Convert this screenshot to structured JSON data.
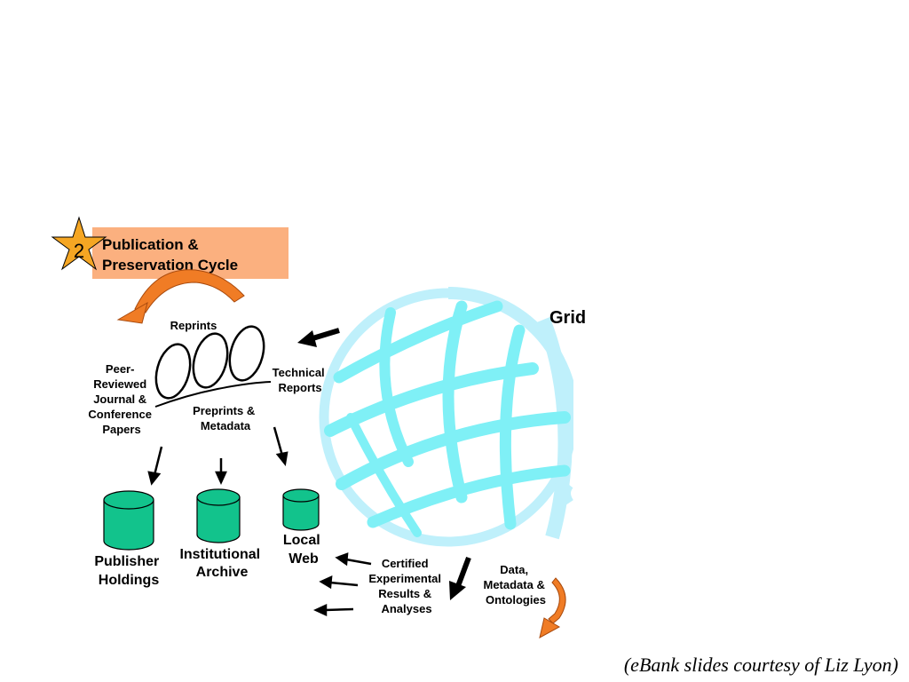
{
  "badge": {
    "number": "2",
    "star_color": "#f5a623"
  },
  "title": {
    "line1": "Publication &",
    "line2": "Preservation Cycle",
    "bg_color": "#fbb07f"
  },
  "grid_label": "Grid",
  "labels": {
    "reprints": "Reprints",
    "peer_reviewed": [
      "Peer-",
      "Reviewed",
      "Journal &",
      "Conference",
      "Papers"
    ],
    "technical_reports": [
      "Technical",
      "Reports"
    ],
    "preprints": [
      "Preprints &",
      "Metadata"
    ],
    "publisher_holdings": [
      "Publisher",
      "Holdings"
    ],
    "institutional_archive": [
      "Institutional",
      "Archive"
    ],
    "local_web": [
      "Local",
      "Web"
    ],
    "certified_results": [
      "Certified",
      "Experimental",
      "Results &",
      "Analyses"
    ],
    "data_metadata": [
      "Data,",
      "Metadata &",
      "Ontologies"
    ]
  },
  "footer": "(eBank slides courtesy of Liz Lyon)",
  "colors": {
    "globe_light": "#bff0fb",
    "globe_mesh": "#7ff0f6",
    "grid_text": "#c3c6f5",
    "cylinder": "#12c38c",
    "arrow_orange": "#f07c25"
  }
}
